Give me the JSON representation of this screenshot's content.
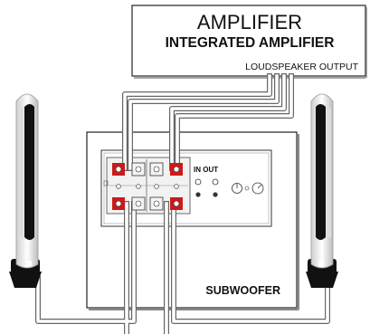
{
  "amplifier": {
    "title": "AMPLIFIER",
    "subtitle": "INTEGRATED AMPLIFIER",
    "output_label": "LOUDSPEAKER OUTPUT"
  },
  "subwoofer": {
    "label": "SUBWOOFER",
    "panel_in_out_label": "IN OUT"
  },
  "colors": {
    "terminal_red": "#cc1a1a",
    "cable_gray": "#8a8a8a",
    "speaker_black": "#111111"
  },
  "icons": [
    "loudspeaker-icon",
    "binding-post-icon",
    "knob-icon",
    "led-indicator-icon"
  ]
}
